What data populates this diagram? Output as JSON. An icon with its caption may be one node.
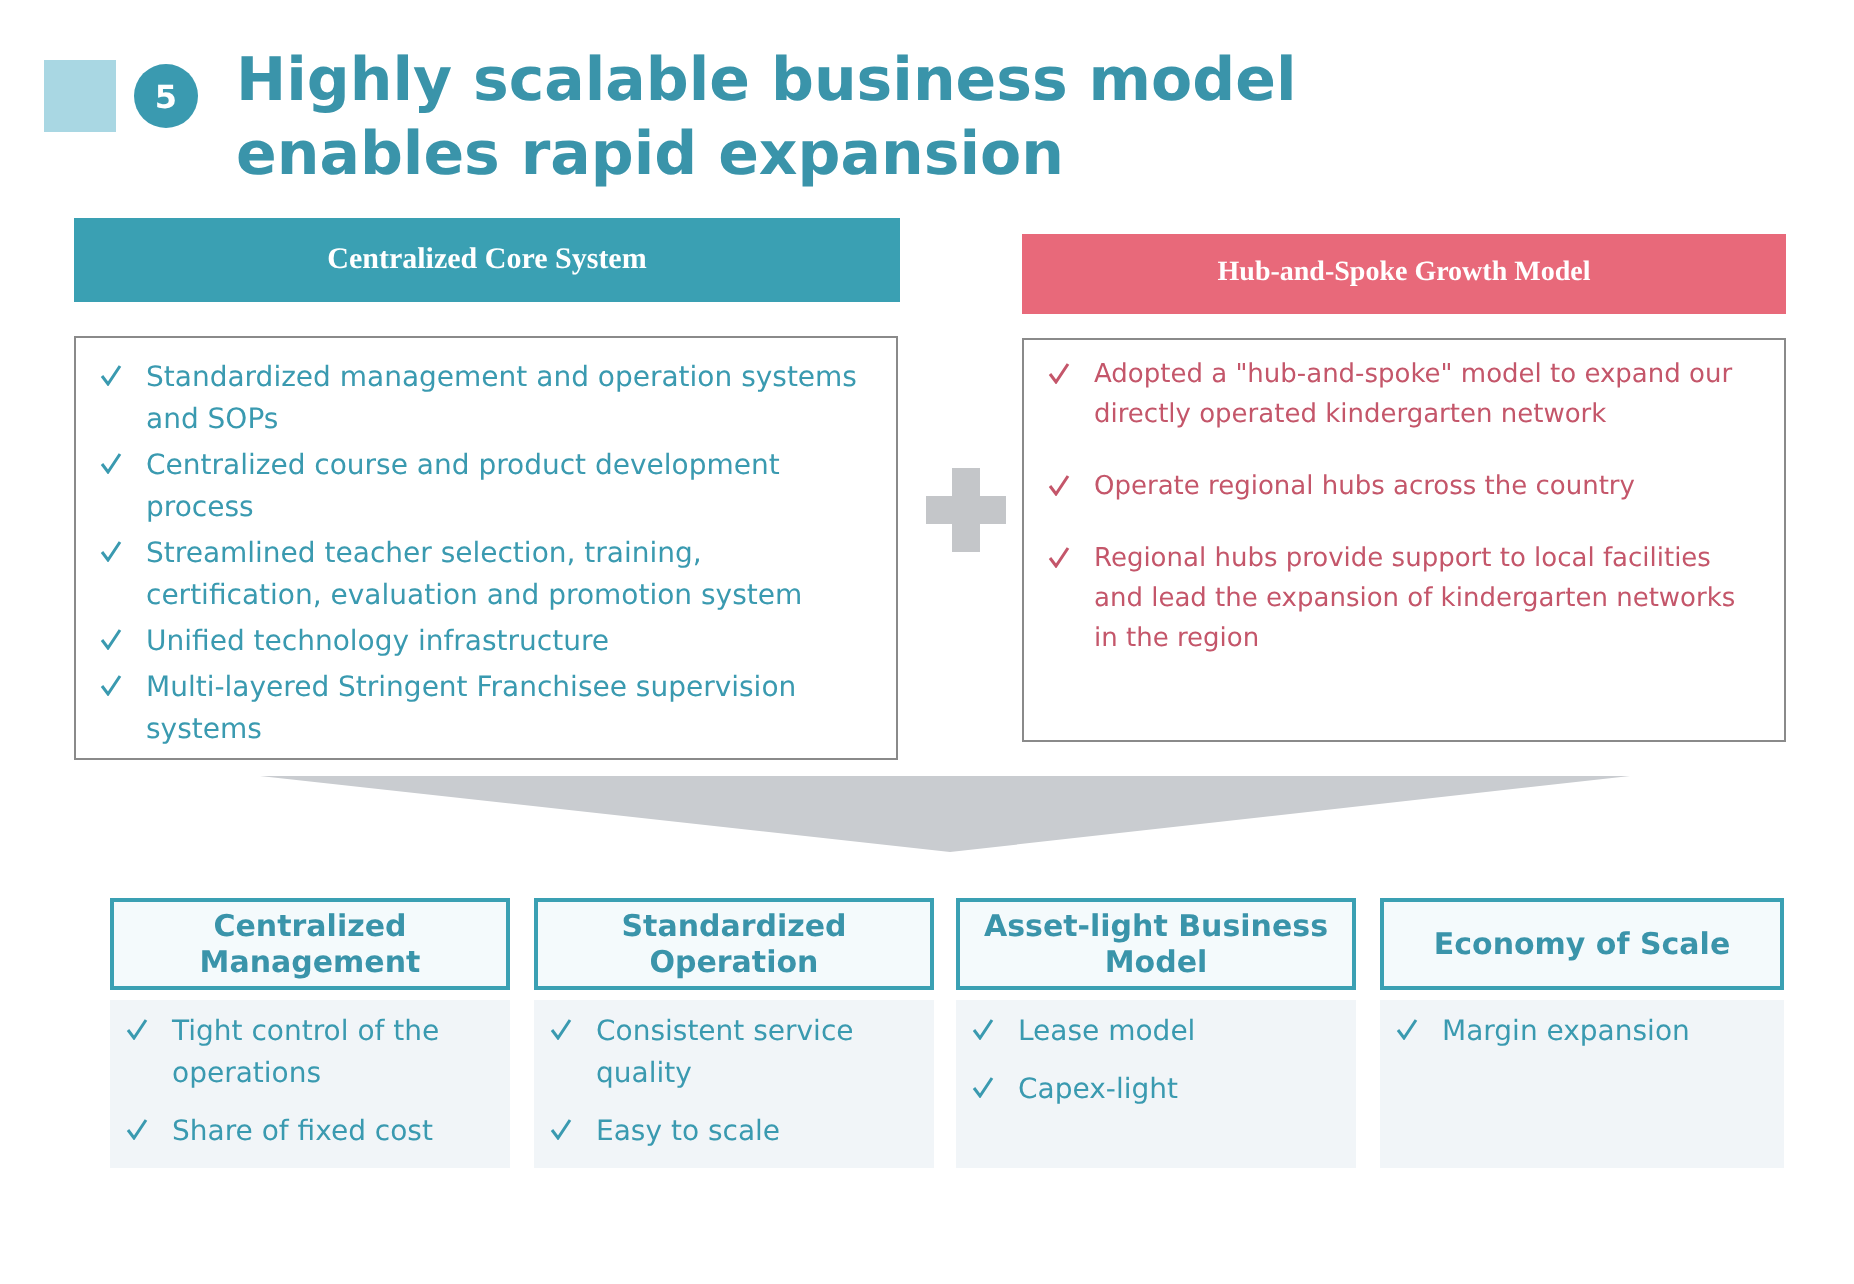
{
  "diagram": {
    "title": "Highly scalable business model enables rapid expansion",
    "nodes": [
      {
        "text": [
          "5"
        ]
      },
      {
        "text": [
          "Centralized Core System"
        ]
      },
      {
        "text": [
          "Standardized management and operation systems and SOPs",
          "Centralized course and product development process",
          "Streamlined teacher selection, training, certification, evaluation and promotion system",
          "Unified technology infrastructure",
          "Multi-layered Stringent Franchisee supervision systems"
        ]
      },
      {
        "text": [
          "Hub-and-Spoke Growth Model"
        ]
      },
      {
        "text": [
          "Adopted a \"hub-and-spoke\" model to expand our directly operated kindergarten network",
          "Operate regional hubs across the country",
          "Regional hubs provide support to local facilities and lead the expansion of kindergarten networks in the region"
        ]
      },
      {
        "text": [
          "Centralized Management"
        ]
      },
      {
        "text": [
          "Tight control of the operations",
          "Share of fixed cost"
        ]
      },
      {
        "text": [
          "Standardized Operation"
        ]
      },
      {
        "text": [
          "Consistent service quality",
          "Easy to scale"
        ]
      },
      {
        "text": [
          "Asset-light Business Model"
        ]
      },
      {
        "text": [
          "Lease model",
          "Capex-light"
        ]
      },
      {
        "text": [
          "Economy of Scale"
        ]
      },
      {
        "text": [
          "Margin expansion"
        ]
      }
    ]
  }
}
